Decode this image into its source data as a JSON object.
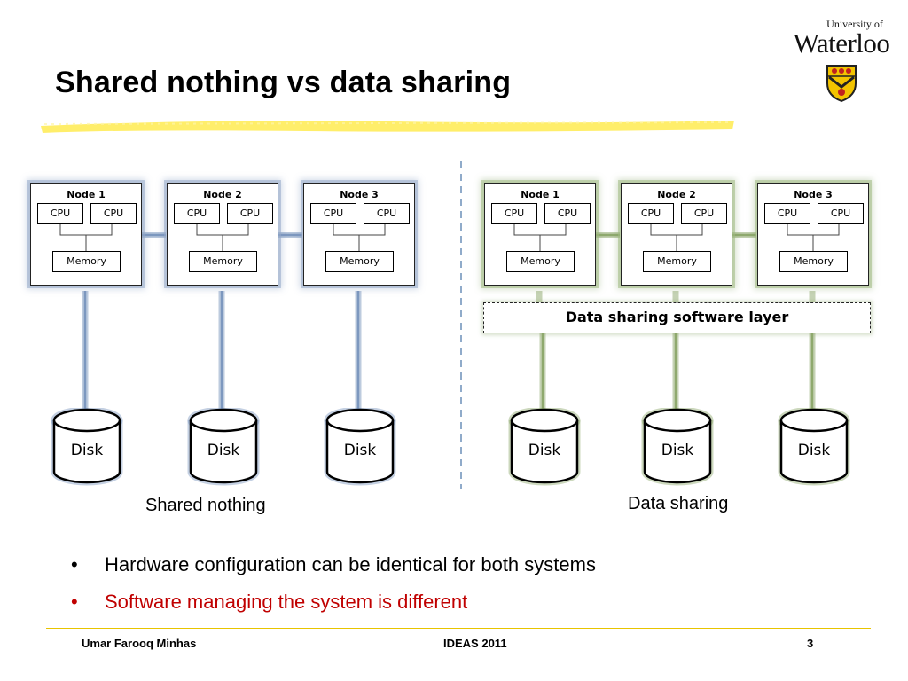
{
  "slide": {
    "title": "Shared nothing vs data sharing",
    "logo": {
      "university_of": "University of",
      "name": "Waterloo"
    }
  },
  "left_diagram": {
    "nodes": [
      {
        "title": "Node 1",
        "cpu1": "CPU",
        "cpu2": "CPU",
        "memory": "Memory"
      },
      {
        "title": "Node 2",
        "cpu1": "CPU",
        "cpu2": "CPU",
        "memory": "Memory"
      },
      {
        "title": "Node 3",
        "cpu1": "CPU",
        "cpu2": "CPU",
        "memory": "Memory"
      }
    ],
    "disks": [
      "Disk",
      "Disk",
      "Disk"
    ],
    "caption": "Shared nothing",
    "glow_color": "#7d98bf"
  },
  "right_diagram": {
    "nodes": [
      {
        "title": "Node 1",
        "cpu1": "CPU",
        "cpu2": "CPU",
        "memory": "Memory"
      },
      {
        "title": "Node 2",
        "cpu1": "CPU",
        "cpu2": "CPU",
        "memory": "Memory"
      },
      {
        "title": "Node 3",
        "cpu1": "CPU",
        "cpu2": "CPU",
        "memory": "Memory"
      }
    ],
    "software_layer": "Data sharing software layer",
    "disks": [
      "Disk",
      "Disk",
      "Disk"
    ],
    "caption": "Data sharing",
    "glow_color": "#8fa96e"
  },
  "bullets": [
    {
      "marker": "•",
      "text": "Hardware configuration can be identical for both systems",
      "color": "#000000"
    },
    {
      "marker": "•",
      "text": "Software managing the system is different",
      "color": "#c00000"
    }
  ],
  "footer": {
    "author": "Umar Farooq Minhas",
    "event": "IDEAS 2011",
    "page": "3"
  },
  "colors": {
    "highlight": "#ffec5a",
    "footer_rule": "#e8c400",
    "divider": "#6b8fb8"
  }
}
